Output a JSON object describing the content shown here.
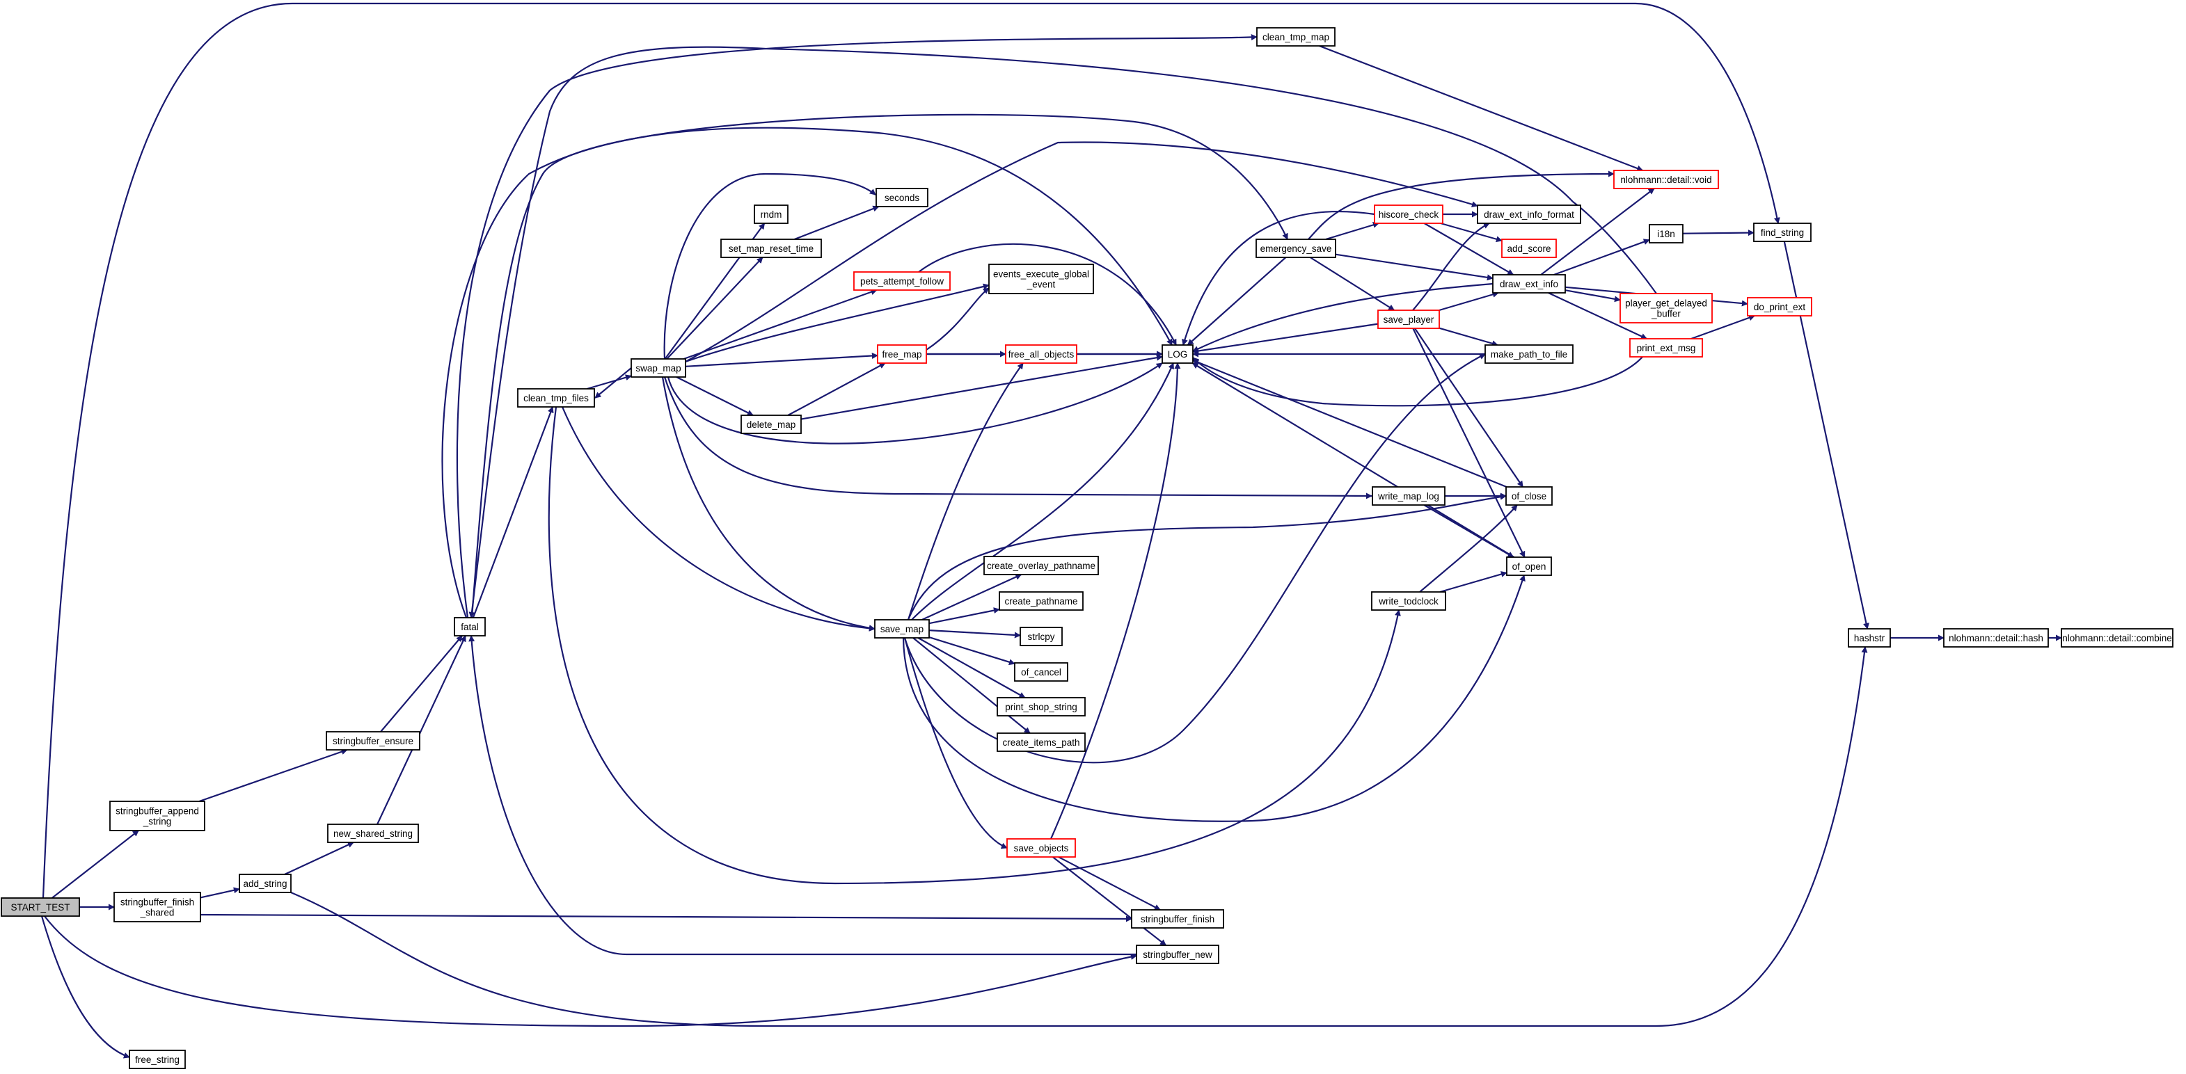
{
  "diagram": {
    "title": "",
    "edge_color": "#191970",
    "link_border_color": "#ff0000",
    "root_fill": "#bfbfbf",
    "nodes": [
      {
        "id": "START_TEST",
        "lines": [
          "START_TEST"
        ],
        "style": "root"
      },
      {
        "id": "stringbuffer_append_string",
        "lines": [
          "stringbuffer_append",
          "_string"
        ],
        "style": "normal"
      },
      {
        "id": "stringbuffer_finish_shared",
        "lines": [
          "stringbuffer_finish",
          "_shared"
        ],
        "style": "normal"
      },
      {
        "id": "free_string",
        "lines": [
          "free_string"
        ],
        "style": "normal"
      },
      {
        "id": "stringbuffer_ensure",
        "lines": [
          "stringbuffer_ensure"
        ],
        "style": "normal"
      },
      {
        "id": "new_shared_string",
        "lines": [
          "new_shared_string"
        ],
        "style": "normal"
      },
      {
        "id": "add_string",
        "lines": [
          "add_string"
        ],
        "style": "normal"
      },
      {
        "id": "fatal",
        "lines": [
          "fatal"
        ],
        "style": "normal"
      },
      {
        "id": "clean_tmp_files",
        "lines": [
          "clean_tmp_files"
        ],
        "style": "normal"
      },
      {
        "id": "swap_map",
        "lines": [
          "swap_map"
        ],
        "style": "normal"
      },
      {
        "id": "rndm",
        "lines": [
          "rndm"
        ],
        "style": "normal"
      },
      {
        "id": "set_map_reset_time",
        "lines": [
          "set_map_reset_time"
        ],
        "style": "normal"
      },
      {
        "id": "seconds",
        "lines": [
          "seconds"
        ],
        "style": "normal"
      },
      {
        "id": "pets_attempt_follow",
        "lines": [
          "pets_attempt_follow"
        ],
        "style": "link"
      },
      {
        "id": "free_map",
        "lines": [
          "free_map"
        ],
        "style": "link"
      },
      {
        "id": "delete_map",
        "lines": [
          "delete_map"
        ],
        "style": "normal"
      },
      {
        "id": "events_execute_global_event",
        "lines": [
          "events_execute_global",
          "_event"
        ],
        "style": "normal"
      },
      {
        "id": "free_all_objects",
        "lines": [
          "free_all_objects"
        ],
        "style": "link"
      },
      {
        "id": "save_map",
        "lines": [
          "save_map"
        ],
        "style": "normal"
      },
      {
        "id": "create_overlay_pathname",
        "lines": [
          "create_overlay_pathname"
        ],
        "style": "normal"
      },
      {
        "id": "create_pathname",
        "lines": [
          "create_pathname"
        ],
        "style": "normal"
      },
      {
        "id": "strlcpy",
        "lines": [
          "strlcpy"
        ],
        "style": "normal"
      },
      {
        "id": "of_cancel",
        "lines": [
          "of_cancel"
        ],
        "style": "normal"
      },
      {
        "id": "print_shop_string",
        "lines": [
          "print_shop_string"
        ],
        "style": "normal"
      },
      {
        "id": "create_items_path",
        "lines": [
          "create_items_path"
        ],
        "style": "normal"
      },
      {
        "id": "save_objects",
        "lines": [
          "save_objects"
        ],
        "style": "link"
      },
      {
        "id": "clean_tmp_map",
        "lines": [
          "clean_tmp_map"
        ],
        "style": "normal"
      },
      {
        "id": "LOG",
        "lines": [
          "LOG"
        ],
        "style": "normal"
      },
      {
        "id": "emergency_save",
        "lines": [
          "emergency_save"
        ],
        "style": "normal"
      },
      {
        "id": "hiscore_check",
        "lines": [
          "hiscore_check"
        ],
        "style": "link"
      },
      {
        "id": "save_player",
        "lines": [
          "save_player"
        ],
        "style": "link"
      },
      {
        "id": "draw_ext_info_format",
        "lines": [
          "draw_ext_info_format"
        ],
        "style": "normal"
      },
      {
        "id": "add_score",
        "lines": [
          "add_score"
        ],
        "style": "link"
      },
      {
        "id": "draw_ext_info",
        "lines": [
          "draw_ext_info"
        ],
        "style": "normal"
      },
      {
        "id": "make_path_to_file",
        "lines": [
          "make_path_to_file"
        ],
        "style": "normal"
      },
      {
        "id": "write_map_log",
        "lines": [
          "write_map_log"
        ],
        "style": "normal"
      },
      {
        "id": "of_close",
        "lines": [
          "of_close"
        ],
        "style": "normal"
      },
      {
        "id": "of_open",
        "lines": [
          "of_open"
        ],
        "style": "normal"
      },
      {
        "id": "write_todclock",
        "lines": [
          "write_todclock"
        ],
        "style": "normal"
      },
      {
        "id": "stringbuffer_finish",
        "lines": [
          "stringbuffer_finish"
        ],
        "style": "normal"
      },
      {
        "id": "stringbuffer_new",
        "lines": [
          "stringbuffer_new"
        ],
        "style": "normal"
      },
      {
        "id": "nlohmann_void",
        "lines": [
          "nlohmann::detail::void"
        ],
        "style": "link"
      },
      {
        "id": "i18n",
        "lines": [
          "i18n"
        ],
        "style": "normal"
      },
      {
        "id": "player_get_delayed_buffer",
        "lines": [
          "player_get_delayed",
          "_buffer"
        ],
        "style": "link"
      },
      {
        "id": "print_ext_msg",
        "lines": [
          "print_ext_msg"
        ],
        "style": "link"
      },
      {
        "id": "do_print_ext",
        "lines": [
          "do_print_ext"
        ],
        "style": "link"
      },
      {
        "id": "find_string",
        "lines": [
          "find_string"
        ],
        "style": "normal"
      },
      {
        "id": "hashstr",
        "lines": [
          "hashstr"
        ],
        "style": "normal"
      },
      {
        "id": "nlohmann_hash",
        "lines": [
          "nlohmann::detail::hash"
        ],
        "style": "normal"
      },
      {
        "id": "nlohmann_combine",
        "lines": [
          "nlohmann::detail::combine"
        ],
        "style": "normal"
      }
    ],
    "edges": [
      [
        "START_TEST",
        "stringbuffer_append_string"
      ],
      [
        "START_TEST",
        "stringbuffer_finish_shared"
      ],
      [
        "START_TEST",
        "free_string"
      ],
      [
        "START_TEST",
        "find_string"
      ],
      [
        "START_TEST",
        "stringbuffer_new"
      ],
      [
        "stringbuffer_append_string",
        "stringbuffer_ensure"
      ],
      [
        "stringbuffer_ensure",
        "fatal"
      ],
      [
        "stringbuffer_finish_shared",
        "add_string"
      ],
      [
        "stringbuffer_finish_shared",
        "stringbuffer_finish"
      ],
      [
        "add_string",
        "new_shared_string"
      ],
      [
        "add_string",
        "hashstr"
      ],
      [
        "new_shared_string",
        "fatal"
      ],
      [
        "fatal",
        "clean_tmp_files"
      ],
      [
        "fatal",
        "emergency_save"
      ],
      [
        "fatal",
        "clean_tmp_map"
      ],
      [
        "fatal",
        "LOG"
      ],
      [
        "clean_tmp_files",
        "swap_map"
      ],
      [
        "clean_tmp_files",
        "save_map"
      ],
      [
        "clean_tmp_files",
        "write_todclock"
      ],
      [
        "swap_map",
        "rndm"
      ],
      [
        "swap_map",
        "set_map_reset_time"
      ],
      [
        "swap_map",
        "seconds"
      ],
      [
        "swap_map",
        "pets_attempt_follow"
      ],
      [
        "swap_map",
        "free_map"
      ],
      [
        "swap_map",
        "delete_map"
      ],
      [
        "swap_map",
        "events_execute_global_event"
      ],
      [
        "swap_map",
        "draw_ext_info_format"
      ],
      [
        "swap_map",
        "LOG"
      ],
      [
        "swap_map",
        "write_map_log"
      ],
      [
        "swap_map",
        "save_map"
      ],
      [
        "swap_map",
        "clean_tmp_files"
      ],
      [
        "set_map_reset_time",
        "seconds"
      ],
      [
        "pets_attempt_follow",
        "LOG"
      ],
      [
        "free_map",
        "events_execute_global_event"
      ],
      [
        "free_map",
        "free_all_objects"
      ],
      [
        "free_map",
        "LOG"
      ],
      [
        "delete_map",
        "free_map"
      ],
      [
        "delete_map",
        "LOG"
      ],
      [
        "free_all_objects",
        "LOG"
      ],
      [
        "save_map",
        "create_overlay_pathname"
      ],
      [
        "save_map",
        "create_pathname"
      ],
      [
        "save_map",
        "strlcpy"
      ],
      [
        "save_map",
        "of_cancel"
      ],
      [
        "save_map",
        "print_shop_string"
      ],
      [
        "save_map",
        "create_items_path"
      ],
      [
        "save_map",
        "save_objects"
      ],
      [
        "save_map",
        "free_all_objects"
      ],
      [
        "save_map",
        "LOG"
      ],
      [
        "save_map",
        "make_path_to_file"
      ],
      [
        "save_map",
        "of_close"
      ],
      [
        "save_map",
        "of_open"
      ],
      [
        "save_objects",
        "LOG"
      ],
      [
        "save_objects",
        "stringbuffer_finish"
      ],
      [
        "save_objects",
        "stringbuffer_new"
      ],
      [
        "stringbuffer_new",
        "fatal"
      ],
      [
        "clean_tmp_map",
        "nlohmann_void"
      ],
      [
        "emergency_save",
        "hiscore_check"
      ],
      [
        "emergency_save",
        "save_player"
      ],
      [
        "emergency_save",
        "LOG"
      ],
      [
        "emergency_save",
        "draw_ext_info"
      ],
      [
        "emergency_save",
        "nlohmann_void"
      ],
      [
        "hiscore_check",
        "draw_ext_info_format"
      ],
      [
        "hiscore_check",
        "add_score"
      ],
      [
        "hiscore_check",
        "draw_ext_info"
      ],
      [
        "hiscore_check",
        "LOG"
      ],
      [
        "save_player",
        "draw_ext_info_format"
      ],
      [
        "save_player",
        "draw_ext_info"
      ],
      [
        "save_player",
        "LOG"
      ],
      [
        "save_player",
        "make_path_to_file"
      ],
      [
        "save_player",
        "of_close"
      ],
      [
        "save_player",
        "of_open"
      ],
      [
        "draw_ext_info",
        "nlohmann_void"
      ],
      [
        "draw_ext_info",
        "i18n"
      ],
      [
        "draw_ext_info",
        "player_get_delayed_buffer"
      ],
      [
        "draw_ext_info",
        "print_ext_msg"
      ],
      [
        "draw_ext_info",
        "do_print_ext"
      ],
      [
        "draw_ext_info",
        "LOG"
      ],
      [
        "player_get_delayed_buffer",
        "fatal"
      ],
      [
        "print_ext_msg",
        "do_print_ext"
      ],
      [
        "print_ext_msg",
        "LOG"
      ],
      [
        "make_path_to_file",
        "LOG"
      ],
      [
        "write_map_log",
        "of_close"
      ],
      [
        "write_map_log",
        "of_open"
      ],
      [
        "of_close",
        "LOG"
      ],
      [
        "of_open",
        "LOG"
      ],
      [
        "write_todclock",
        "of_close"
      ],
      [
        "write_todclock",
        "of_open"
      ],
      [
        "i18n",
        "find_string"
      ],
      [
        "find_string",
        "hashstr"
      ],
      [
        "hashstr",
        "nlohmann_hash"
      ],
      [
        "nlohmann_hash",
        "nlohmann_combine"
      ]
    ]
  }
}
